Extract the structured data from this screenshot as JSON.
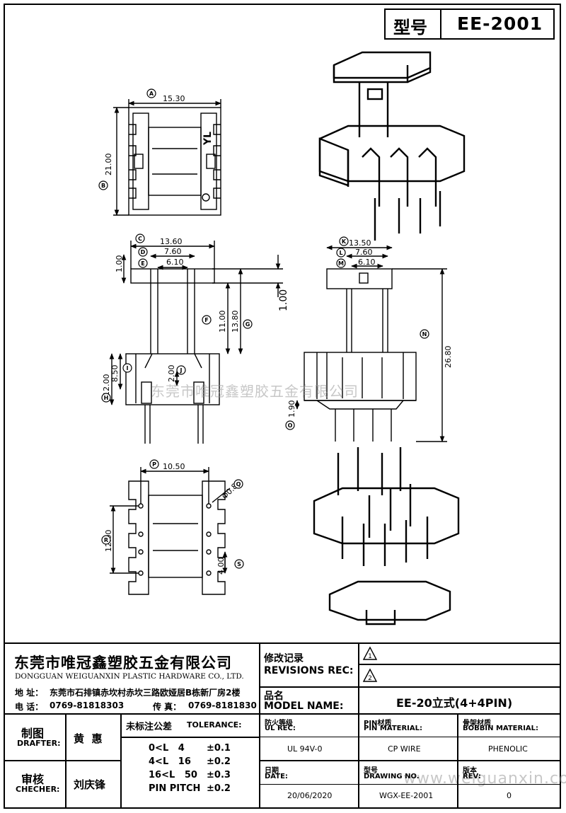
{
  "header": {
    "model_label": "型号",
    "model_value": "EE-2001"
  },
  "dims": {
    "top_width": "15.30",
    "top_height": "21.00",
    "c": "13.60",
    "d": "7.60",
    "e": "6.10",
    "b": "1.00",
    "f": "11.00",
    "g": "13.80",
    "h_total": "12.00",
    "i": "8.50",
    "j": "2.00",
    "side_flange": "1.00",
    "l": "13.50",
    "m": "7.60",
    "n": "6.10",
    "height": "26.80",
    "s": "1.90",
    "o": "10.50",
    "pin_dia": "Φ0.80",
    "p": "12.00",
    "r": "4.00",
    "bobbin_mark": "YL"
  },
  "callouts": [
    "A",
    "B",
    "C",
    "D",
    "E",
    "F",
    "G",
    "H",
    "I",
    "J",
    "K",
    "L",
    "M",
    "N",
    "O",
    "P",
    "Q",
    "R",
    "S"
  ],
  "watermark_text": "东莞市唯冠鑫塑胶五金有限公司",
  "url_text": "www.weiguanxin.com",
  "company": {
    "name_cn": "东莞市唯冠鑫塑胶五金有限公司",
    "name_en": "DONGGUAN WEIGUANXIN PLASTIC HARDWARE CO., LTD.",
    "address_label": "地  址：",
    "address": "东莞市石排镇赤坎村赤坎三路欧娅居B栋新厂房2楼",
    "phone_label": "电  话：",
    "phone": "0769-81818303",
    "fax_label": "传  真：",
    "fax": "0769-8181830"
  },
  "revisions": {
    "label_cn": "修改记录",
    "label_en": "REVISIONS REC:",
    "marks": [
      "1",
      "2"
    ]
  },
  "model_name": {
    "label_cn": "品名",
    "label_en": "MODEL NAME:",
    "value": "EE-20立式(4+4PIN)"
  },
  "drafter": {
    "label_cn": "制图",
    "label_en": "DRAFTER:",
    "name": "黄  惠"
  },
  "checker": {
    "label_cn": "审核",
    "label_en": "CHECHER:",
    "name": "刘庆锋"
  },
  "tolerance": {
    "title_cn": "未标注公差",
    "title_en": "TOLERANCE:",
    "rows": [
      {
        "range": "0<L   4",
        "value": "±0.1"
      },
      {
        "range": "4<L   16",
        "value": "±0.2"
      },
      {
        "range": "16<L   50",
        "value": "±0.3"
      },
      {
        "range": "PIN PITCH",
        "value": "±0.2"
      }
    ]
  },
  "specs": {
    "ul_label_cn": "防火等级",
    "ul_label_en": "UL REC:",
    "ul_value": "UL 94V-0",
    "pin_label_cn": "PIN材质",
    "pin_label_en": "PIN MATERIAL:",
    "pin_value": "CP WIRE",
    "bobbin_label_cn": "骨架材质",
    "bobbin_label_en": "BOBBIN MATERIAL:",
    "bobbin_value": "PHENOLIC",
    "date_label_cn": "日期",
    "date_label_en": "DATE:",
    "date_value": "20/06/2020",
    "drawing_label_cn": "型号",
    "drawing_label_en": "DRAWING NO.",
    "drawing_value": "WGX-EE-2001",
    "rev_label_cn": "版本",
    "rev_label_en": "REV:",
    "rev_value": "0"
  }
}
